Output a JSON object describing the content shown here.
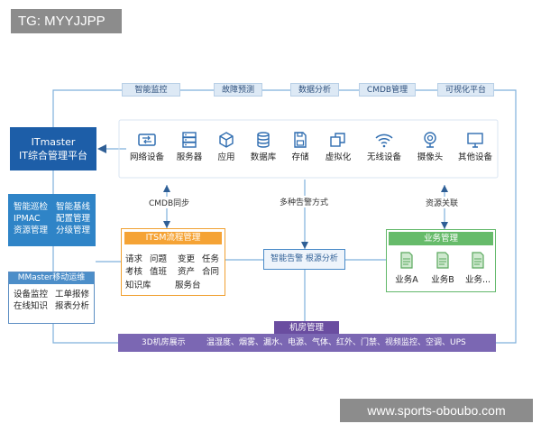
{
  "watermark_top": "TG: MYYJJPP",
  "watermark_bottom": "www.sports-oboubo.com",
  "top_capabilities": [
    "智能监控",
    "故障预测",
    "数据分析",
    "CMDB管理",
    "可视化平台"
  ],
  "platform": {
    "line1": "ITmaster",
    "line2": "IT综合管理平台"
  },
  "devices": [
    "网络设备",
    "服务器",
    "应用",
    "数据库",
    "存储",
    "虚拟化",
    "无线设备",
    "摄像头",
    "其他设备"
  ],
  "labels": {
    "cmdb_sync": "CMDB同步",
    "alarm_methods": "多种告警方式",
    "resource_link": "资源关联"
  },
  "left_features": {
    "row1": [
      "智能巡检",
      "智能基线"
    ],
    "row2": [
      "IPMAC",
      "配置管理"
    ],
    "row3": [
      "资源管理",
      "分级管理"
    ]
  },
  "mobile": {
    "title": "MMaster移动运维",
    "row1": [
      "设备监控",
      "工单报修"
    ],
    "row2": [
      "在线知识",
      "报表分析"
    ]
  },
  "itsm": {
    "title": "ITSM流程管理",
    "items": [
      "请求",
      "问题",
      "变更",
      "任务",
      "考核",
      "值班",
      "资产",
      "合同",
      "知识库",
      "服务台"
    ]
  },
  "alarm_analysis": "智能告警 根源分析",
  "business": {
    "title": "业务管理",
    "items": [
      "业务A",
      "业务B",
      "业务..."
    ]
  },
  "room": {
    "title": "机房管理",
    "left": "3D机房展示",
    "right": "温湿度、烟雾、漏水、电源、气体、红外、门禁、视频监控、空调、UPS"
  },
  "colors": {
    "dark_blue": "#1d5ea8",
    "blue": "#2f84c7",
    "orange": "#f5a335",
    "green": "#66bb6a",
    "purple": "#7b67b3"
  },
  "device_icons": [
    "network-switch-icon",
    "server-icon",
    "cube-icon",
    "database-icon",
    "storage-disk-icon",
    "virtualization-icon",
    "wifi-icon",
    "camera-icon",
    "monitor-icon"
  ]
}
